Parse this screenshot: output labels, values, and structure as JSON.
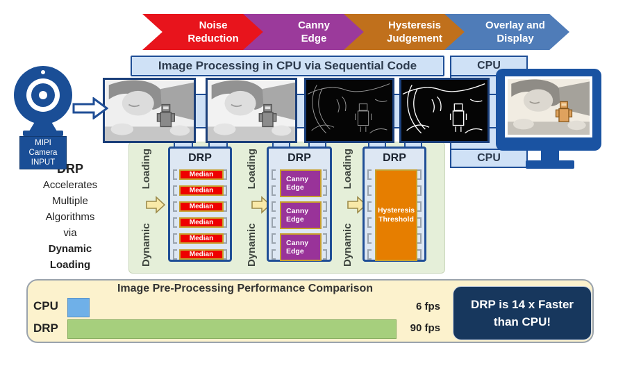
{
  "pipeline": {
    "steps": [
      {
        "line1": "Noise",
        "line2": "Reduction",
        "color": "#e8141c"
      },
      {
        "line1": "Canny",
        "line2": "Edge",
        "color": "#9b3a9b"
      },
      {
        "line1": "Hysteresis",
        "line2": "Judgement",
        "color": "#c0701c"
      },
      {
        "line1": "Overlay and",
        "line2": "Display",
        "color": "#4f7cb8"
      }
    ]
  },
  "cpu_flow": {
    "title": "Image Processing in CPU via Sequential Code",
    "cpu_top": "CPU",
    "cpu_bottom": "CPU"
  },
  "camera": {
    "line1": "MIPI",
    "line2": "Camera",
    "line3": "INPUT"
  },
  "drp_note": {
    "l1": "DRP",
    "l2": "Accelerates",
    "l3": "Multiple",
    "l4": "Algorithms",
    "l5": "via",
    "l6": "Dynamic",
    "l7": "Loading"
  },
  "dynamic_loading": {
    "word_bottom": "Dynamic",
    "word_top": "Loading"
  },
  "drp": {
    "title": "DRP",
    "median_label": "Median",
    "canny_label": "Canny Edge",
    "hysteresis_label": "Hysteresis Threshold"
  },
  "comparison": {
    "title": "Image Pre-Processing Performance Comparison",
    "rows": [
      {
        "label": "CPU",
        "value": "6 fps"
      },
      {
        "label": "DRP",
        "value": "90 fps"
      }
    ]
  },
  "callout": {
    "line1": "DRP is 14 x Faster",
    "line2": "than CPU!"
  },
  "colors": {
    "navy_border": "#1f4e96",
    "light_blue": "#cfe1f6",
    "green_panel": "#e5efd9",
    "median_red": "#ee0000",
    "canny_purple": "#993399",
    "hysteresis_orange": "#e67e00",
    "gold_border": "#c8a02c",
    "cpu_bar": "#6fb0e8",
    "drp_bar": "#a6cf7d",
    "callout_navy": "#17375d",
    "panel_cream": "#fcf2cd"
  },
  "chart_data": {
    "type": "bar",
    "orientation": "horizontal",
    "title": "Image Pre-Processing Performance Comparison",
    "categories": [
      "CPU",
      "DRP"
    ],
    "values": [
      6,
      90
    ],
    "value_labels": [
      "6 fps",
      "90 fps"
    ],
    "xlim": [
      0,
      90
    ],
    "xlabel": "",
    "ylabel": "",
    "grid": false,
    "annotation": "DRP is 14 x Faster than CPU!"
  }
}
